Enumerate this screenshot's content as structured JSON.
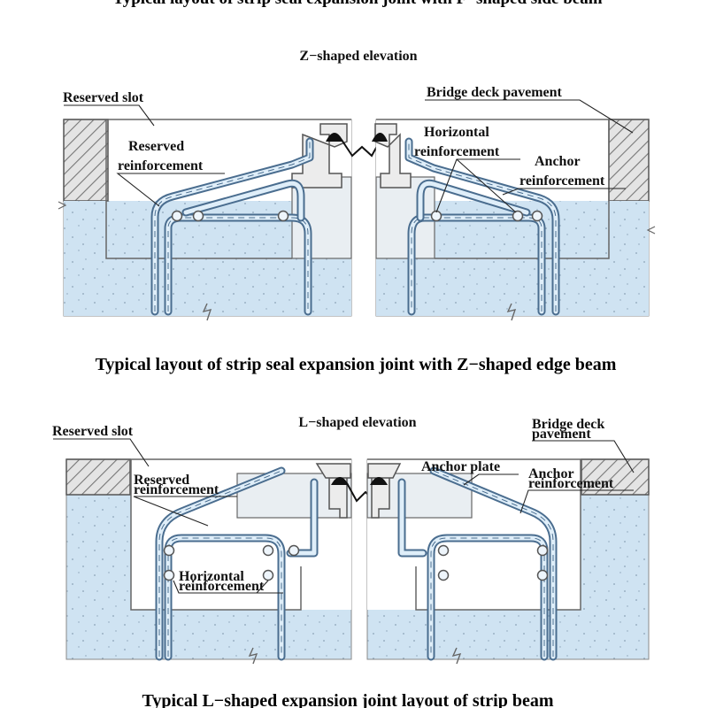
{
  "top_cut_title": "Typical layout of strip seal expansion joint with F−shaped side beam",
  "panel1": {
    "elevation": "Z−shaped elevation",
    "labels": {
      "reserved_slot": "Reserved slot",
      "reserved_reinforcement_1": "Reserved",
      "reserved_reinforcement_2": "reinforcement",
      "bridge_deck_pavement": "Bridge deck pavement",
      "horizontal_reinforcement_1": "Horizontal",
      "horizontal_reinforcement_2": "reinforcement",
      "anchor_reinforcement_1": "Anchor",
      "anchor_reinforcement_2": "reinforcement"
    },
    "caption": "Typical layout of strip seal expansion joint with Z−shaped edge beam"
  },
  "panel2": {
    "elevation": "L−shaped elevation",
    "labels": {
      "reserved_slot": "Reserved slot",
      "reserved_reinforcement_1": "Reserved",
      "reserved_reinforcement_2": "reinforcement",
      "bridge_deck_pavement_1": "Bridge deck",
      "bridge_deck_pavement_2": "pavement",
      "anchor_plate": "Anchor plate",
      "anchor_reinforcement_1": "Anchor",
      "anchor_reinforcement_2": "reinforcement",
      "horizontal_reinforcement_1": "Horizontal",
      "horizontal_reinforcement_2": "reinforcement"
    },
    "caption": "Typical L−shaped expansion joint layout of strip beam"
  },
  "colors": {
    "concrete": "#cfe3f2",
    "slot": "#ffffff",
    "pavement_hatch": "#777777",
    "rebar": "#4a6d8f",
    "seal": "#111111"
  }
}
